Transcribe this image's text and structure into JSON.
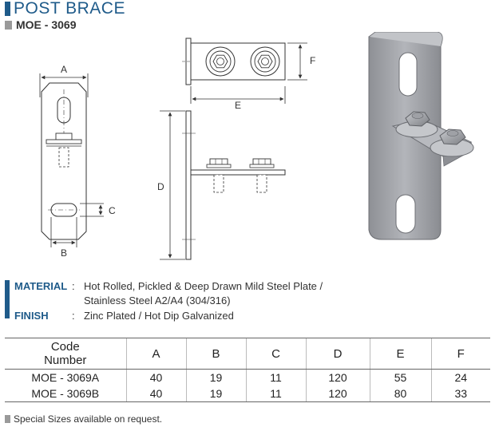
{
  "header": {
    "title": "POST BRACE",
    "model": "MOE - 3069"
  },
  "drawing_labels": {
    "a": "A",
    "b": "B",
    "c": "C",
    "d": "D",
    "e": "E",
    "f": "F"
  },
  "spec": {
    "material_label": "MATERIAL",
    "material_value_line1": "Hot Rolled, Pickled & Deep Drawn Mild Steel Plate /",
    "material_value_line2": "Stainless Steel A2/A4 (304/316)",
    "finish_label": "FINISH",
    "finish_value": "Zinc Plated / Hot Dip Galvanized",
    "colon": ":"
  },
  "table": {
    "headers": {
      "code_line1": "Code",
      "code_line2": "Number",
      "a": "A",
      "b": "B",
      "c": "C",
      "d": "D",
      "e": "E",
      "f": "F"
    },
    "rows": [
      {
        "code": "MOE - 3069A",
        "a": "40",
        "b": "19",
        "c": "11",
        "d": "120",
        "e": "55",
        "f": "24"
      },
      {
        "code": "MOE - 3069B",
        "a": "40",
        "b": "19",
        "c": "11",
        "d": "120",
        "e": "80",
        "f": "33"
      }
    ]
  },
  "footnote": "Special Sizes available on request.",
  "colors": {
    "brand_blue": "#1f5b8a",
    "marker_grey": "#9a9a9a",
    "plate_grey": "#a7a9ae"
  }
}
